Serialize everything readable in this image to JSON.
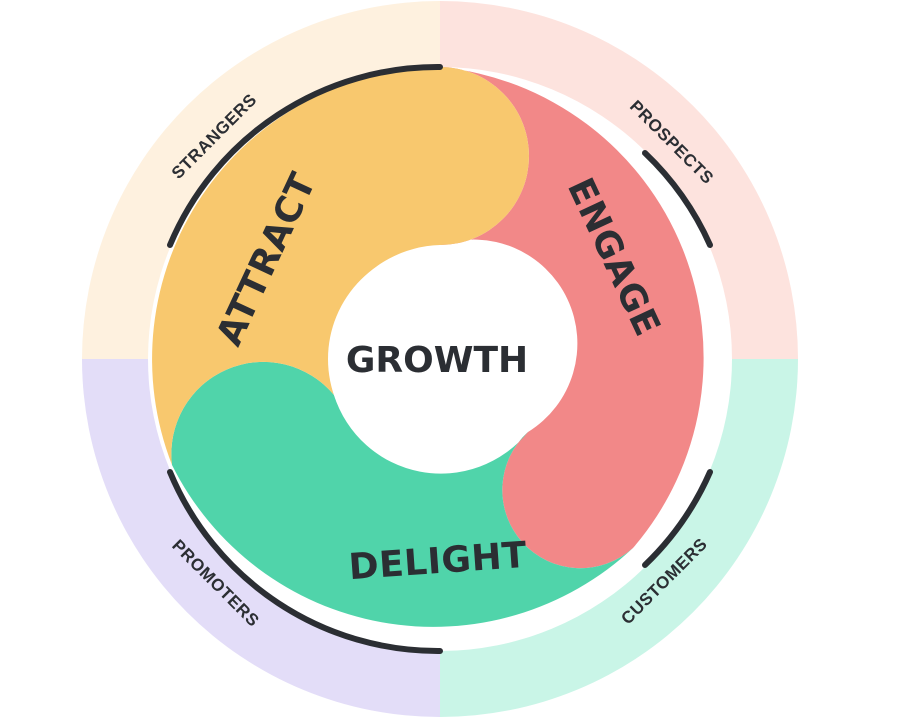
{
  "center": {
    "label": "GROWTH"
  },
  "stages": {
    "attract": {
      "label": "ATTRACT",
      "color": "#F8C86E"
    },
    "engage": {
      "label": "ENGAGE",
      "color": "#F28888"
    },
    "delight": {
      "label": "DELIGHT",
      "color": "#50D4AA"
    }
  },
  "audiences": {
    "strangers": {
      "label": "STRANGERS",
      "color": "#FEF1DF"
    },
    "prospects": {
      "label": "PROSPECTS",
      "color": "#FDE3DE"
    },
    "customers": {
      "label": "CUSTOMERS",
      "color": "#C9F5E7"
    },
    "promoters": {
      "label": "PROMOTERS",
      "color": "#E3DDF8"
    }
  },
  "colors": {
    "ink": "#2B2E33",
    "hub": "#FFFFFF"
  }
}
